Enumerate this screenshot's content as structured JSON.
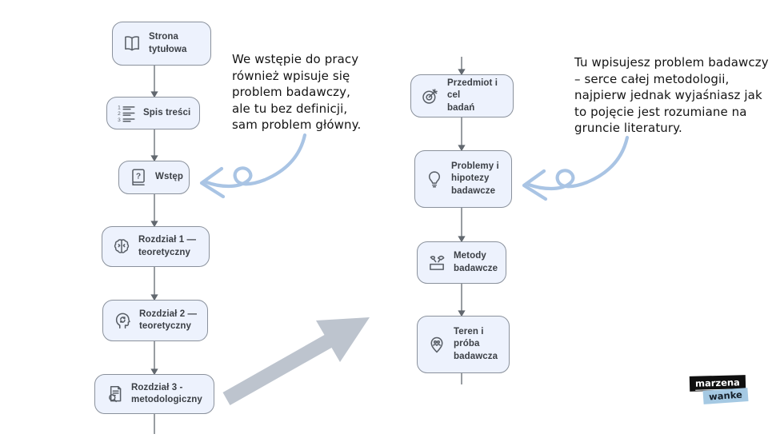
{
  "flowchart": {
    "left_column": [
      {
        "label": "Strona tytułowa",
        "icon": "open-book-icon"
      },
      {
        "label": "Spis treści",
        "icon": "numbered-list-icon"
      },
      {
        "label": "Wstęp",
        "icon": "question-book-icon"
      },
      {
        "label": "Rozdział 1 —\nteoretyczny",
        "icon": "brain-icon"
      },
      {
        "label": "Rozdział 2 —\nteoretyczny",
        "icon": "head-process-icon"
      },
      {
        "label": "Rozdział 3 -\nmetodologiczny",
        "icon": "clipboard-search-icon"
      }
    ],
    "right_column": [
      {
        "label": "Przedmiot i cel\nbadań",
        "icon": "target-dart-icon"
      },
      {
        "label": "Problemy i\nhipotezy\nbadawcze",
        "icon": "lightbulb-icon"
      },
      {
        "label": "Metody\nbadawcze",
        "icon": "tools-icon"
      },
      {
        "label": "Teren i próba\nbadawcza",
        "icon": "map-pin-people-icon"
      }
    ]
  },
  "annotations": {
    "left_note": "We wstępie do pracy\nrównież wpisuje się\nproblem badawczy,\nale tu bez definicji,\nsam problem główny.",
    "right_note": "Tu wpisujesz problem badawczy\n– serce całej metodologii,\nnajpierw jednak wyjaśniasz jak\nto pojęcie jest rozumiane na\ngruncie literatury."
  },
  "logo": {
    "line1": "marzena",
    "line2": "wanke",
    "line1_bg": "#101010",
    "line1_color": "#ffffff",
    "line2_bg": "#a5c9e3",
    "line2_color": "#16202a"
  },
  "colors": {
    "box_fill": "#edf2fd",
    "box_border": "#8a919c",
    "box_text": "#3b3f45",
    "icon_color": "#585e66",
    "connector": "#62686f",
    "doodle_arrow": "#a9c4e4",
    "big_arrow": "#bdc4ce",
    "note_text": "#141414"
  }
}
